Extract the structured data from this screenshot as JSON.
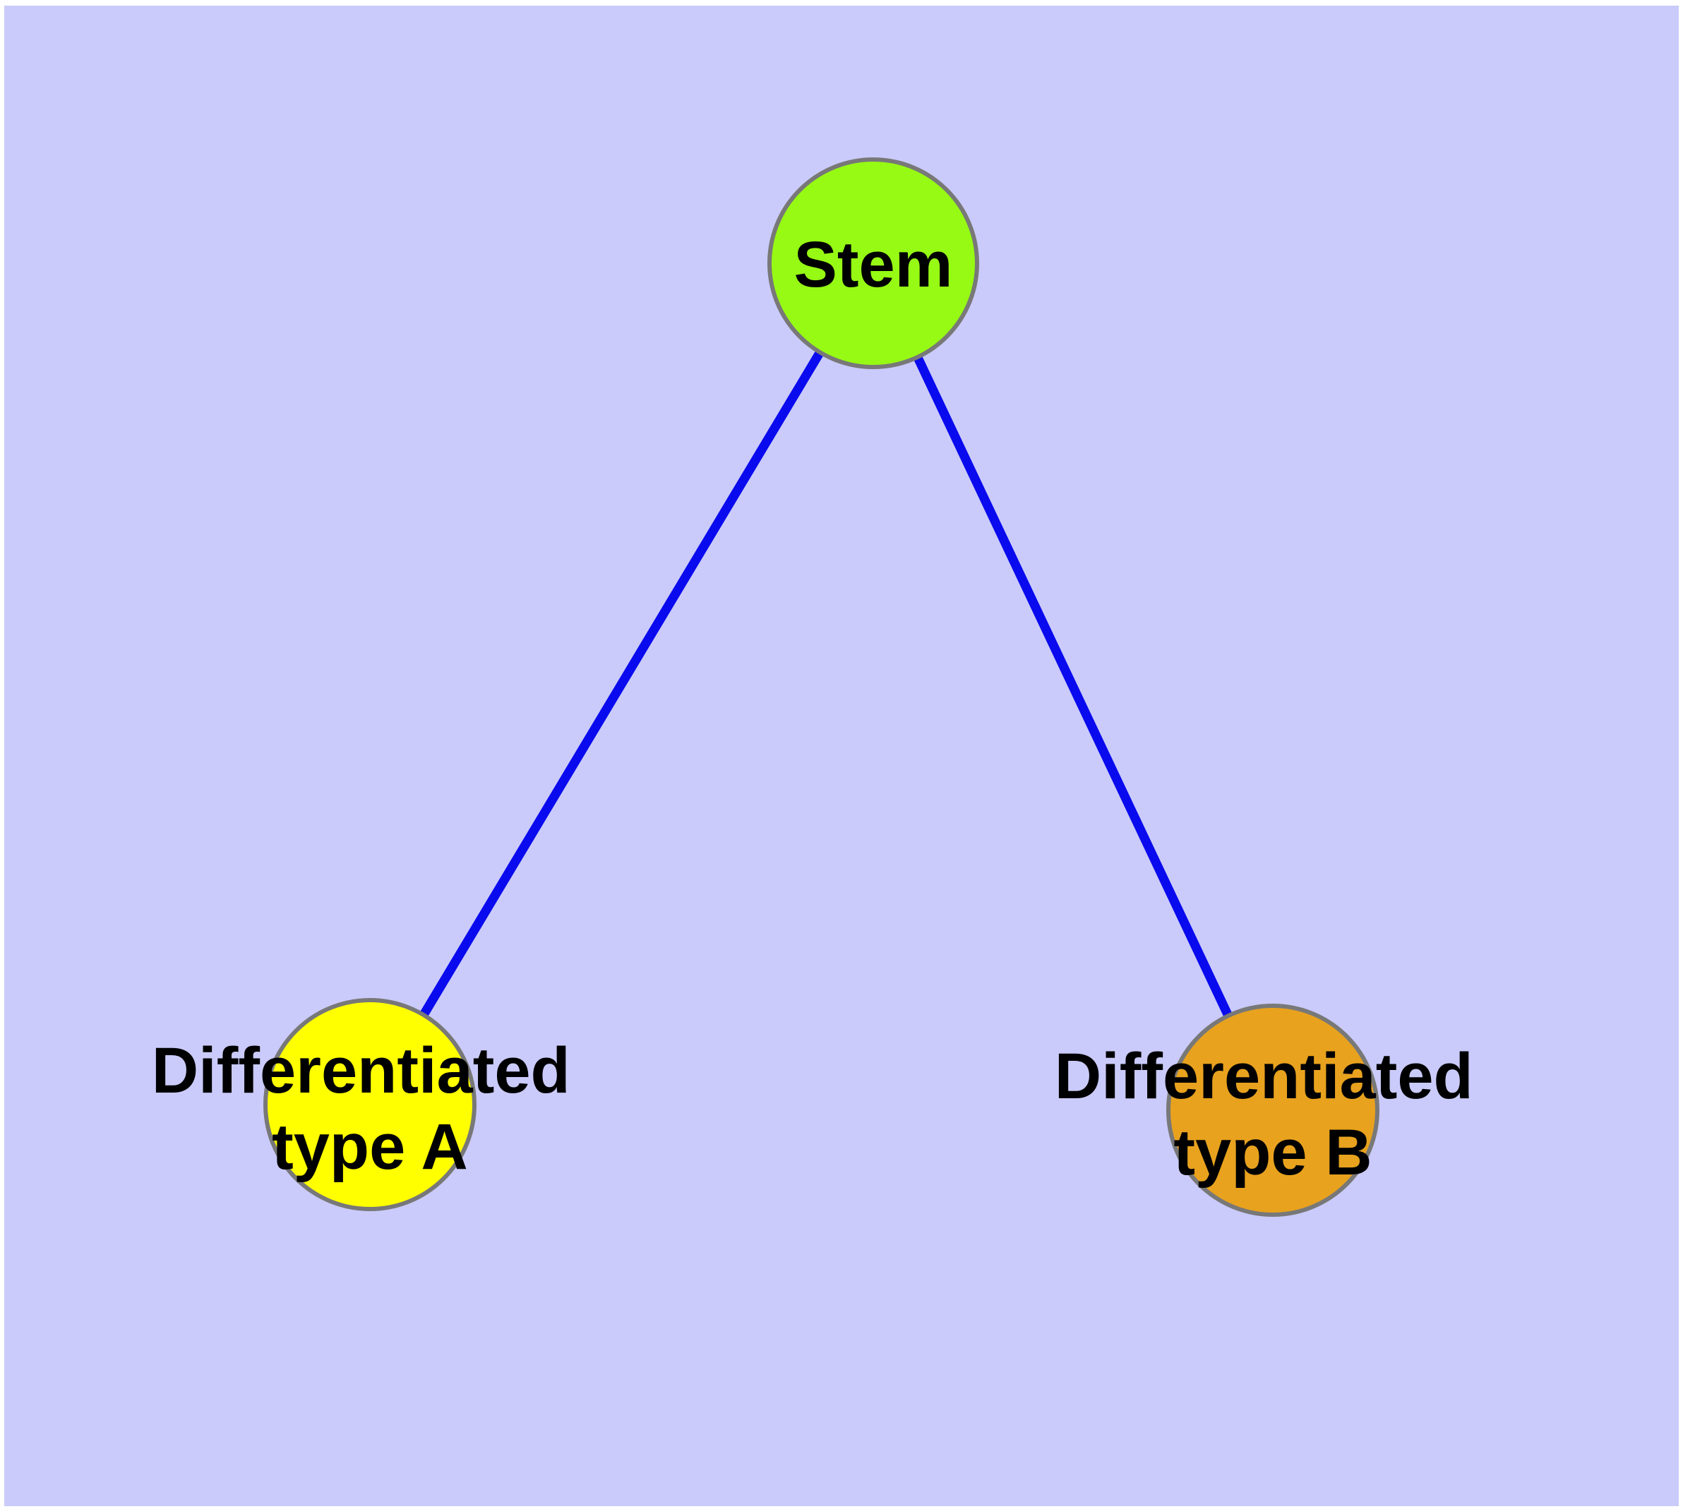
{
  "diagram": {
    "type": "node-link-graph",
    "background_color": "#CACBFA",
    "edge_color": "#0A0AEE",
    "node_border_color": "#787878",
    "label_color": "#000000",
    "nodes": {
      "stem": {
        "label": "Stem",
        "fill_color": "#96FA14"
      },
      "type_a": {
        "label_line1": "Differentiated",
        "label_line2": "type A",
        "fill_color": "#FFFF00"
      },
      "type_b": {
        "label_line1": "Differentiated",
        "label_line2": "type B",
        "fill_color": "#E8A21E"
      }
    },
    "edges": [
      {
        "from": "stem",
        "to": "type_a"
      },
      {
        "from": "stem",
        "to": "type_b"
      }
    ]
  }
}
